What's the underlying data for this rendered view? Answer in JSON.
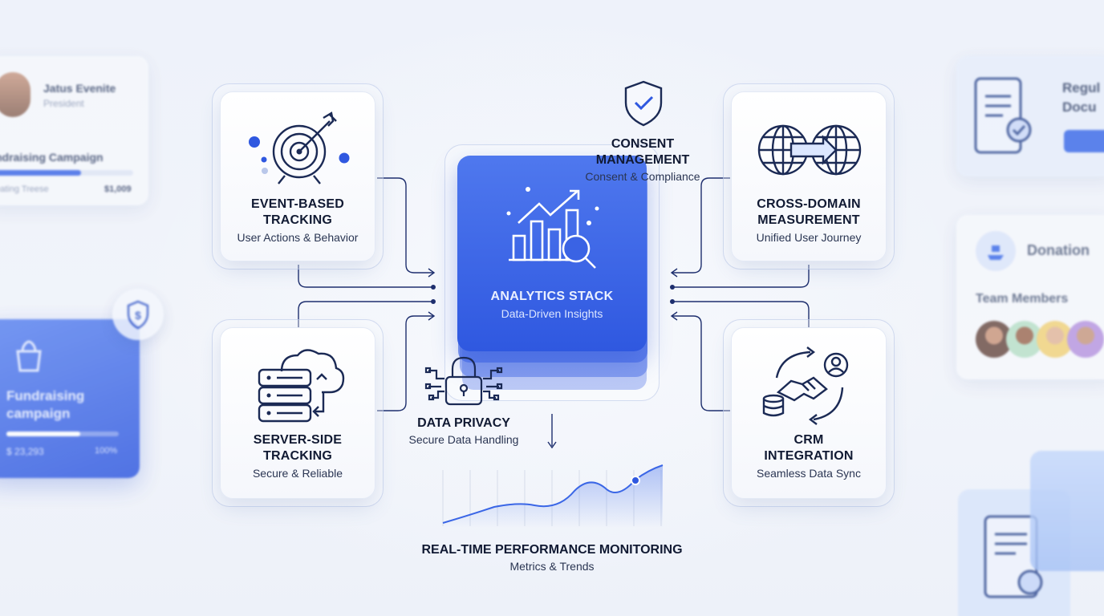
{
  "background": {
    "left_top_card": {
      "name": "Jatus Evenite",
      "role": "President",
      "campaign": "ndraising Campaign",
      "footer_left": "eating Treese",
      "footer_right": "$1,009"
    },
    "left_bottom_card": {
      "title_line1": "Fundraising",
      "title_line2": "campaign",
      "amount": "$ 23,293",
      "percent": "100%"
    },
    "right_top_card": {
      "line1": "Regul",
      "line2": "Docu"
    },
    "right_mid_card": {
      "title": "Donation",
      "team_label": "Team Members"
    }
  },
  "diagram": {
    "center": {
      "title": "ANALYTICS STACK",
      "subtitle": "Data-Driven Insights"
    },
    "consent": {
      "title_line1": "CONSENT",
      "title_line2": "MANAGEMENT",
      "subtitle": "Consent & Compliance"
    },
    "event": {
      "title_line1": "EVENT-BASED",
      "title_line2": "TRACKING",
      "subtitle": "User Actions & Behavior"
    },
    "server": {
      "title_line1": "SERVER-SIDE",
      "title_line2": "TRACKING",
      "subtitle": "Secure & Reliable"
    },
    "cross": {
      "title_line1": "CROSS-DOMAIN",
      "title_line2": "MEASUREMENT",
      "subtitle": "Unified User Journey"
    },
    "crm": {
      "title_line1": "CRM",
      "title_line2": "INTEGRATION",
      "subtitle": "Seamless Data Sync"
    },
    "privacy": {
      "title": "DATA PRIVACY",
      "subtitle": "Secure Data Handling"
    },
    "monitoring": {
      "title": "REAL-TIME PERFORMANCE MONITORING",
      "subtitle": "Metrics & Trends"
    }
  },
  "colors": {
    "accent": "#2f58e0",
    "navy": "#1b2a55",
    "text": "#111a33",
    "line": "#2a3a78"
  },
  "icons": {
    "event": "target-arrow-icon",
    "server": "server-cloud-icon",
    "center": "bar-chart-magnifier-icon",
    "consent": "shield-check-icon",
    "privacy": "padlock-circuit-icon",
    "cross": "globe-transfer-icon",
    "crm": "handshake-sync-icon"
  }
}
